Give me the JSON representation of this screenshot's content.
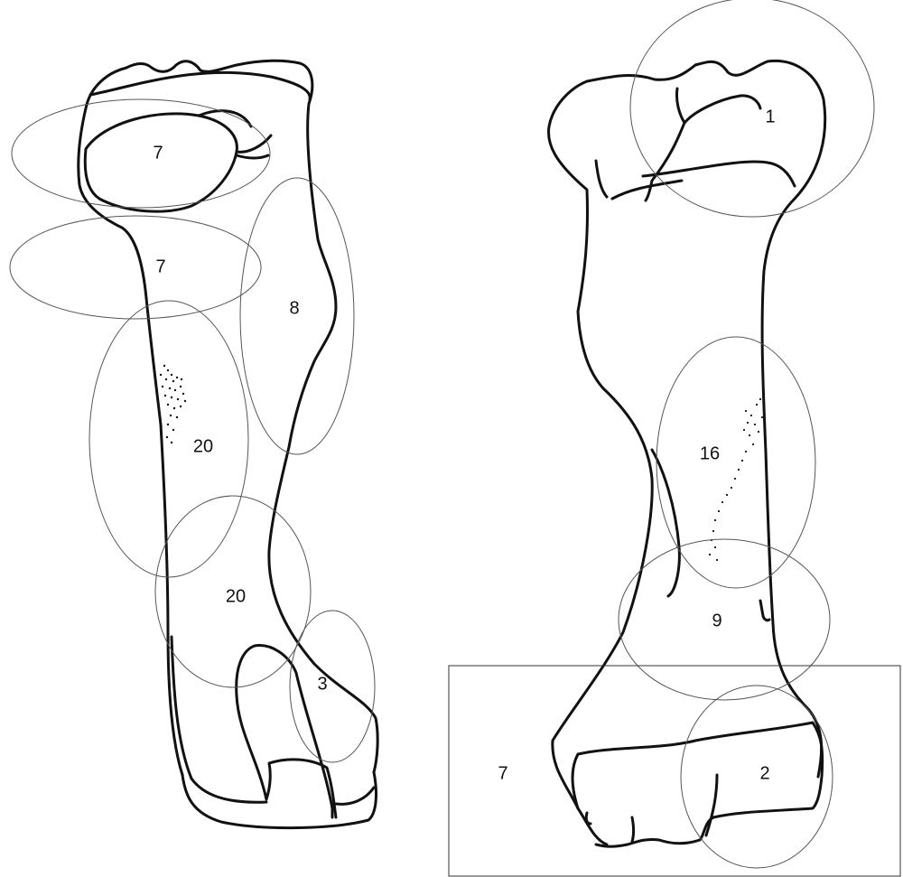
{
  "left_view": {
    "labels": [
      "7",
      "7",
      "8",
      "20",
      "20",
      "3"
    ]
  },
  "right_view": {
    "labels": [
      "1",
      "16",
      "9",
      "7",
      "2"
    ]
  },
  "colors": {
    "outline": "#111111",
    "zone": "#555555",
    "background": "#ffffff"
  }
}
